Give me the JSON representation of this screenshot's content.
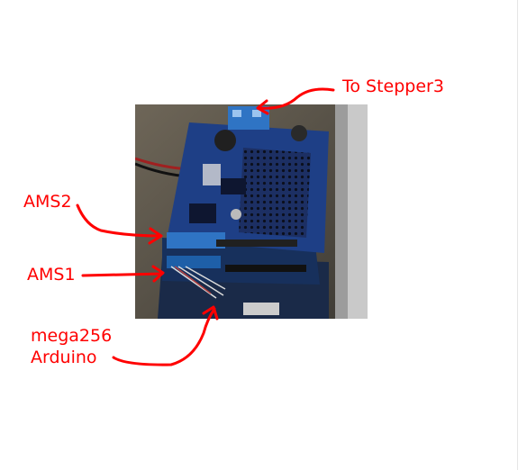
{
  "labels": {
    "stepper3": "To Stepper3",
    "ams2": "AMS2",
    "ams1": "AMS1",
    "mega_line1": "mega256",
    "mega_line2": "Arduino"
  },
  "colors": {
    "annotation": "#ff0000",
    "background": "#ffffff",
    "photo_bg": "#5a5448",
    "shield_blue": "#1e3f86",
    "terminal_blue": "#2f74c4"
  },
  "icons": {
    "arrow": "arrow-icon"
  }
}
